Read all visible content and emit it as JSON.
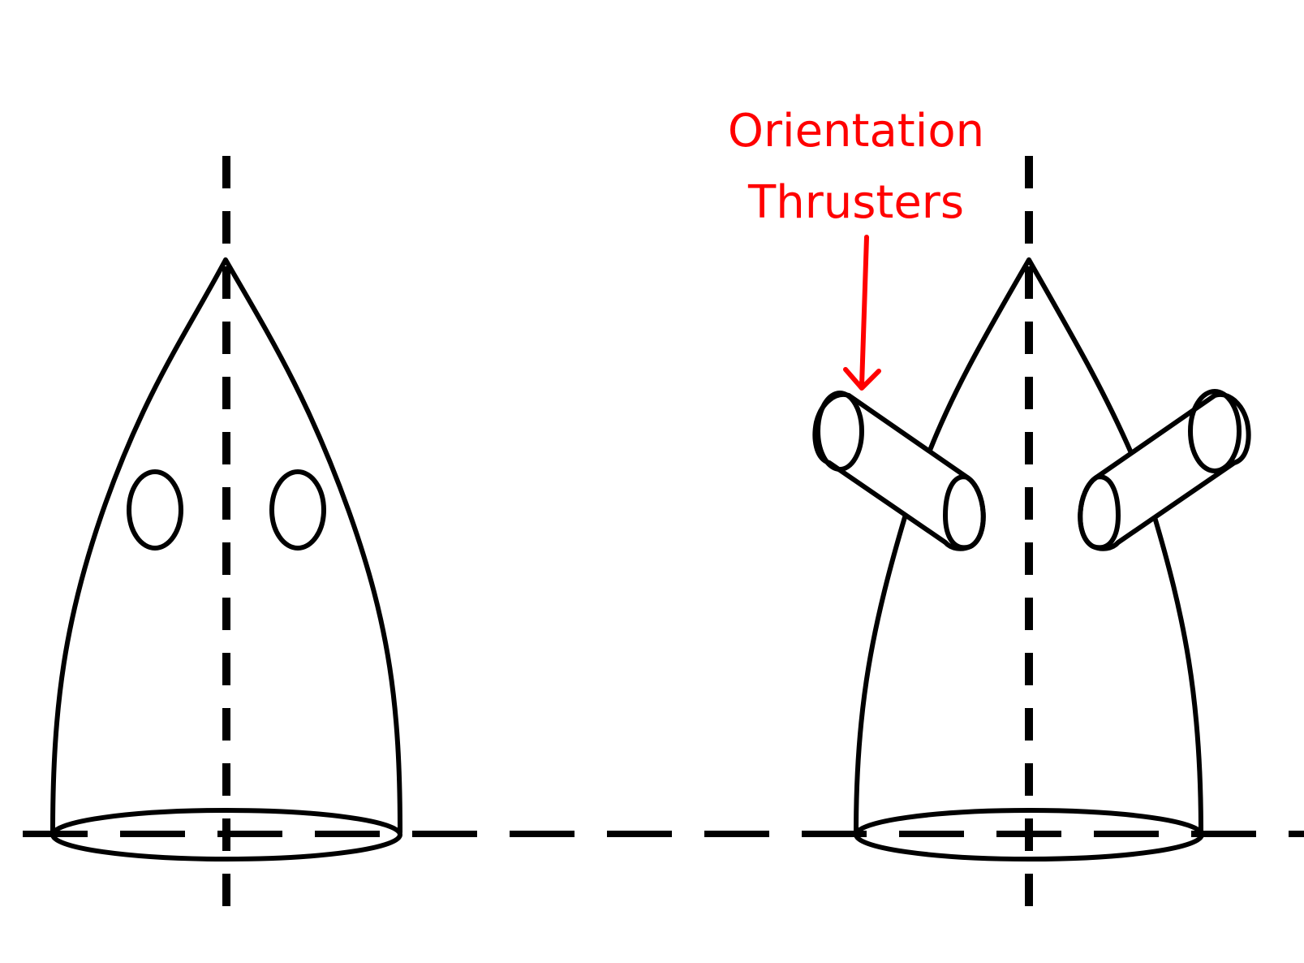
{
  "annotation": {
    "line1": "Orientation",
    "line2": "Thrusters",
    "color": "#ff0000"
  },
  "figures": [
    {
      "name": "capsule-without-thrusters",
      "window_count": 2
    },
    {
      "name": "capsule-with-orientation-thrusters",
      "thruster_count": 2
    }
  ]
}
